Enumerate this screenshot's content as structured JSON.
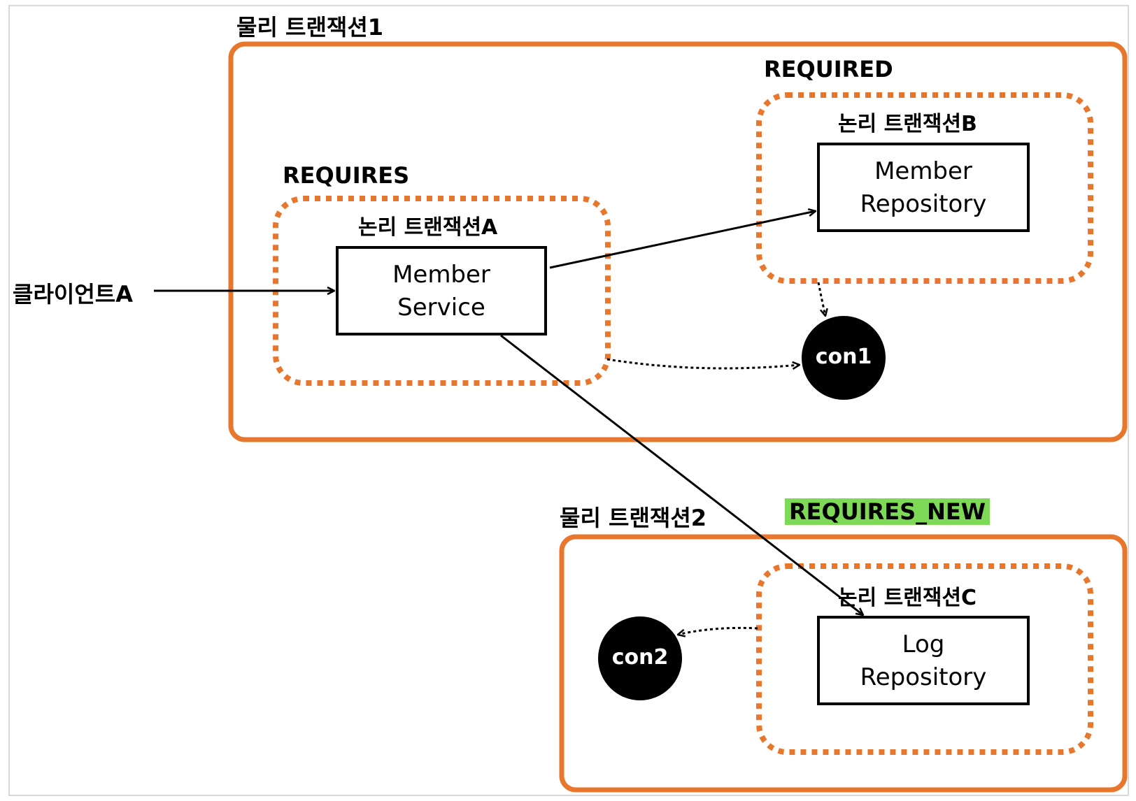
{
  "physical_tx1": {
    "label": "물리 트랜잭션1"
  },
  "physical_tx2": {
    "label": "물리 트랜잭션2"
  },
  "propagation": {
    "requires": "REQUIRES",
    "required": "REQUIRED",
    "requires_new": "REQUIRES_NEW"
  },
  "logical_tx": {
    "a": "논리 트랜잭션A",
    "b": "논리 트랜잭션B",
    "c": "논리 트랜잭션C"
  },
  "client": {
    "label": "클라이언트A"
  },
  "components": {
    "member_service": {
      "line1": "Member",
      "line2": "Service"
    },
    "member_repository": {
      "line1": "Member",
      "line2": "Repository"
    },
    "log_repository": {
      "line1": "Log",
      "line2": "Repository"
    }
  },
  "connections": {
    "con1": "con1",
    "con2": "con2"
  },
  "colors": {
    "physical_border": "#e8772e",
    "logical_border": "#e8772e",
    "requires_new_bg": "#7ed957",
    "connection_fill": "#000000"
  }
}
